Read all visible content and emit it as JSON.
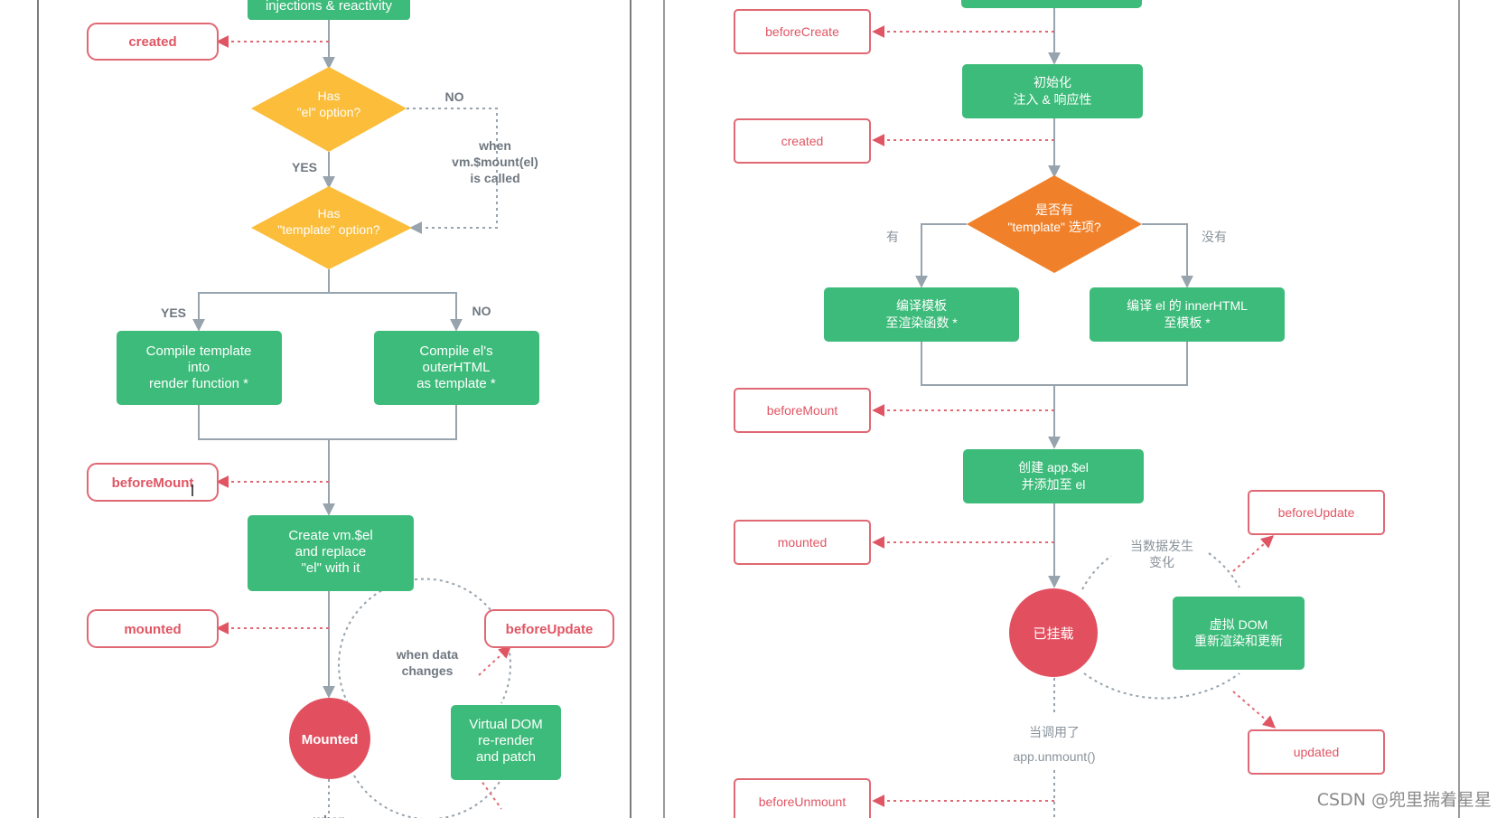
{
  "left_diagram": {
    "nodes": {
      "init": "injections & reactivity",
      "has_el": [
        "Has",
        "\"el\" option?"
      ],
      "has_template": [
        "Has",
        "\"template\" option?"
      ],
      "compile_template": [
        "Compile template",
        "into",
        "render function *"
      ],
      "compile_el": [
        "Compile el's",
        "outerHTML",
        "as template *"
      ],
      "create_el": [
        "Create vm.$el",
        "and replace",
        "\"el\" with it"
      ],
      "mounted_circle": "Mounted",
      "vdom": [
        "Virtual DOM",
        "re-render",
        "and patch"
      ]
    },
    "hooks": {
      "created": "created",
      "before_mount": "beforeMount",
      "mounted": "mounted",
      "before_update": "beforeUpdate"
    },
    "labels": {
      "no_1": "NO",
      "yes_1": "YES",
      "when_mount": [
        "when",
        "vm.$mount(el)",
        "is called"
      ],
      "yes_2": "YES",
      "no_2": "NO",
      "data_changes": [
        "when data",
        "changes"
      ],
      "when_bottom": "when"
    }
  },
  "right_diagram": {
    "nodes": {
      "init": [
        "初始化",
        "注入 & 响应性"
      ],
      "has_template": [
        "是否有",
        "\"template\" 选项?"
      ],
      "compile_template": [
        "编译模板",
        "至渲染函数 *"
      ],
      "compile_el": [
        "编译 el 的 innerHTML",
        "至模板 *"
      ],
      "create_el": [
        "创建 app.$el",
        "并添加至 el"
      ],
      "mounted_circle": "已挂载",
      "vdom": [
        "虚拟 DOM",
        "重新渲染和更新"
      ]
    },
    "hooks": {
      "before_create": "beforeCreate",
      "created": "created",
      "before_mount": "beforeMount",
      "mounted": "mounted",
      "before_update": "beforeUpdate",
      "updated": "updated",
      "before_unmount": "beforeUnmount"
    },
    "labels": {
      "yes": "有",
      "no": "没有",
      "data_changes": [
        "当数据发生",
        "变化"
      ],
      "unmount_called": "当调用了",
      "unmount_fn": "app.unmount()"
    }
  },
  "watermark": "CSDN @兜里揣着星星",
  "colors": {
    "green": "#3dbb7a",
    "yellow": "#fbbd3a",
    "orange": "#f0812a",
    "red": "#e25060",
    "hook_border": "#e06873",
    "arrow_gray": "#97a3ad"
  }
}
